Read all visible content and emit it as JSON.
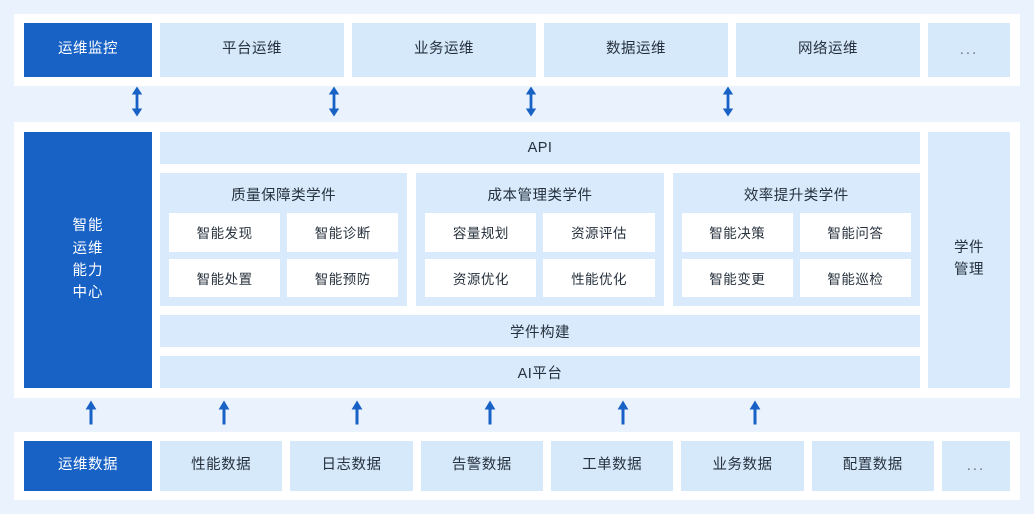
{
  "colors": {
    "background": "#eaf2fd",
    "panel": "#ffffff",
    "accent": "#1862c6",
    "light_blue": "#d6e9fb",
    "bar_blue": "#d8eafb",
    "arrow": "#1862c6"
  },
  "top_row": {
    "label": "运维监控",
    "items": [
      {
        "label": "平台运维"
      },
      {
        "label": "业务运维"
      },
      {
        "label": "数据运维"
      },
      {
        "label": "网络运维"
      }
    ],
    "more": "..."
  },
  "top_connectors": {
    "type": "double-arrow-vertical",
    "count": 4,
    "positions_pct": [
      12.2,
      31.8,
      51.4,
      71.0
    ]
  },
  "center": {
    "label": "智能\n运维\n能力\n中心",
    "api_bar": "API",
    "groups": [
      {
        "title": "质量保障类学件",
        "items": [
          "智能发现",
          "智能诊断",
          "智能处置",
          "智能预防"
        ]
      },
      {
        "title": "成本管理类学件",
        "items": [
          "容量规划",
          "资源评估",
          "资源优化",
          "性能优化"
        ]
      },
      {
        "title": "效率提升类学件",
        "items": [
          "智能决策",
          "智能问答",
          "智能变更",
          "智能巡检"
        ]
      }
    ],
    "build_bar": "学件构建",
    "platform_bar": "AI平台",
    "right_label": "学件\n管理"
  },
  "bottom_connectors": {
    "type": "arrow-up",
    "count": 6,
    "positions_pct": [
      7.7,
      20.9,
      34.1,
      47.3,
      60.5,
      73.7
    ]
  },
  "bottom_row": {
    "label": "运维数据",
    "items": [
      {
        "label": "性能数据"
      },
      {
        "label": "日志数据"
      },
      {
        "label": "告警数据"
      },
      {
        "label": "工单数据"
      },
      {
        "label": "业务数据"
      },
      {
        "label": "配置数据"
      }
    ],
    "more": "..."
  }
}
